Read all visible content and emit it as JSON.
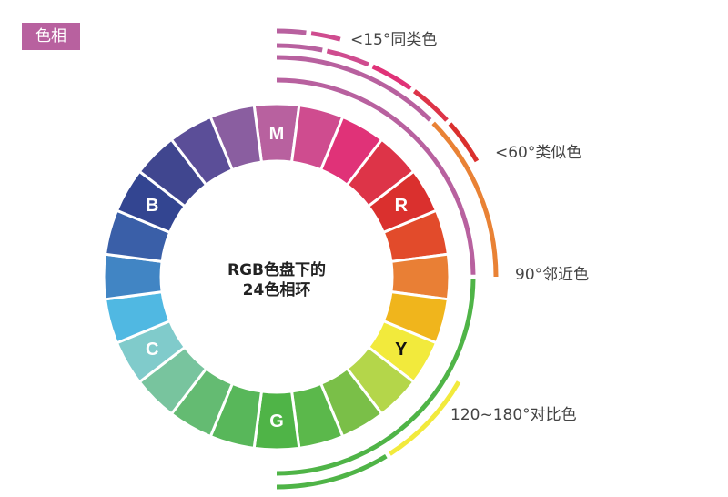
{
  "badge": {
    "label": "色相",
    "color": "#b8619f"
  },
  "center_title": {
    "line1": "RGB色盘下的",
    "line2": "24色相环"
  },
  "wheel": {
    "segments": [
      {
        "color": "#b8619f",
        "letter": "M"
      },
      {
        "color": "#cf4c8f",
        "letter": ""
      },
      {
        "color": "#e03278",
        "letter": ""
      },
      {
        "color": "#dd3448",
        "letter": ""
      },
      {
        "color": "#da302e",
        "letter": "R"
      },
      {
        "color": "#e24b2b",
        "letter": ""
      },
      {
        "color": "#e97f35",
        "letter": ""
      },
      {
        "color": "#f0b51c",
        "letter": ""
      },
      {
        "color": "#f2ea3c",
        "letter": "Y",
        "dark": true
      },
      {
        "color": "#b4d64a",
        "letter": ""
      },
      {
        "color": "#7abf48",
        "letter": ""
      },
      {
        "color": "#5bb84b",
        "letter": ""
      },
      {
        "color": "#4fb447",
        "letter": "G"
      },
      {
        "color": "#58b75a",
        "letter": ""
      },
      {
        "color": "#64bb72",
        "letter": ""
      },
      {
        "color": "#78c49e",
        "letter": ""
      },
      {
        "color": "#80cbcb",
        "letter": "C"
      },
      {
        "color": "#50b8e2",
        "letter": ""
      },
      {
        "color": "#4185c4",
        "letter": ""
      },
      {
        "color": "#3a5fa8",
        "letter": ""
      },
      {
        "color": "#334591",
        "letter": "B"
      },
      {
        "color": "#40468f",
        "letter": ""
      },
      {
        "color": "#5b4e98",
        "letter": ""
      },
      {
        "color": "#8a5ea0",
        "letter": ""
      }
    ]
  },
  "ranges": [
    {
      "name": "same-hue",
      "label": "<15°同类色",
      "degrees": 15,
      "pieces": [
        {
          "from": 0,
          "to": 7.5,
          "color": "#b8619f"
        },
        {
          "from": 7.5,
          "to": 15,
          "color": "#cf4c8f"
        }
      ]
    },
    {
      "name": "similar",
      "label": "<60°类似色",
      "degrees": 60,
      "pieces": [
        {
          "from": 0,
          "to": 12,
          "color": "#b8619f"
        },
        {
          "from": 12,
          "to": 24,
          "color": "#cf4c8f"
        },
        {
          "from": 24,
          "to": 36,
          "color": "#e03278"
        },
        {
          "from": 36,
          "to": 48,
          "color": "#dd3448"
        },
        {
          "from": 48,
          "to": 60,
          "color": "#da302e"
        }
      ]
    },
    {
      "name": "adjacent",
      "label": "90°邻近色",
      "degrees": 90,
      "pieces": [
        {
          "from": 0,
          "to": 45,
          "color": "#b8619f"
        },
        {
          "from": 45,
          "to": 90,
          "color": "#e98235"
        }
      ]
    },
    {
      "name": "contrast",
      "label": "120~180°对比色",
      "degrees": 180,
      "pieces": [
        {
          "from": 0,
          "to": 90,
          "color": "#b8619f"
        },
        {
          "from": 90,
          "to": 180,
          "color": "#4fb447"
        }
      ]
    },
    {
      "name": "contrast-inner",
      "pieces": [
        {
          "from": 120,
          "to": 148,
          "color": "#f2ea3c"
        },
        {
          "from": 148,
          "to": 180,
          "color": "#4fb447"
        }
      ]
    }
  ]
}
